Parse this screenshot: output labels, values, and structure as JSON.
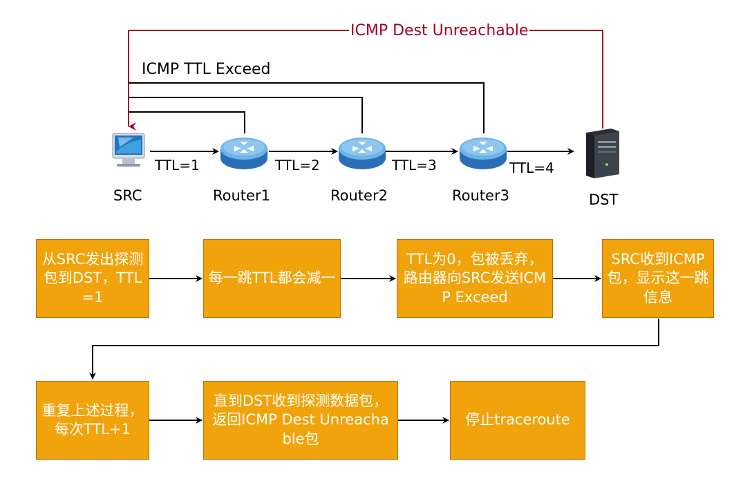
{
  "colors": {
    "box_fill": "#f0a30a",
    "box_border": "#bd7000",
    "box_text": "#ffffff",
    "unreachable_line": "#a20025",
    "line": "#000000"
  },
  "nodes": {
    "src": {
      "label": "SRC",
      "icon": "desktop-computer-icon"
    },
    "router1": {
      "label": "Router1",
      "icon": "router-icon"
    },
    "router2": {
      "label": "Router2",
      "icon": "router-icon"
    },
    "router3": {
      "label": "Router3",
      "icon": "router-icon"
    },
    "dst": {
      "label": "DST",
      "icon": "server-tower-icon"
    }
  },
  "links": {
    "ttl1": "TTL=1",
    "ttl2": "TTL=2",
    "ttl3": "TTL=3",
    "ttl4": "TTL=4"
  },
  "feedback": {
    "ttl_exceeded": "ICMP TTL Exceed",
    "dest_unreachable": "ICMP Dest Unreachable"
  },
  "flow": {
    "step1": "从SRC发出探测包到DST，TTL=1",
    "step2": "每一跳TTL都会减一",
    "step3": "TTL为0，包被丢弃，路由器向SRC发送ICMP Exceed",
    "step4": "SRC收到ICMP包，显示这一跳信息",
    "step5": "重复上述过程，每次TTL+1",
    "step6": "直到DST收到探测数据包，返回ICMP Dest Unreachable包",
    "step7": "停止traceroute"
  }
}
